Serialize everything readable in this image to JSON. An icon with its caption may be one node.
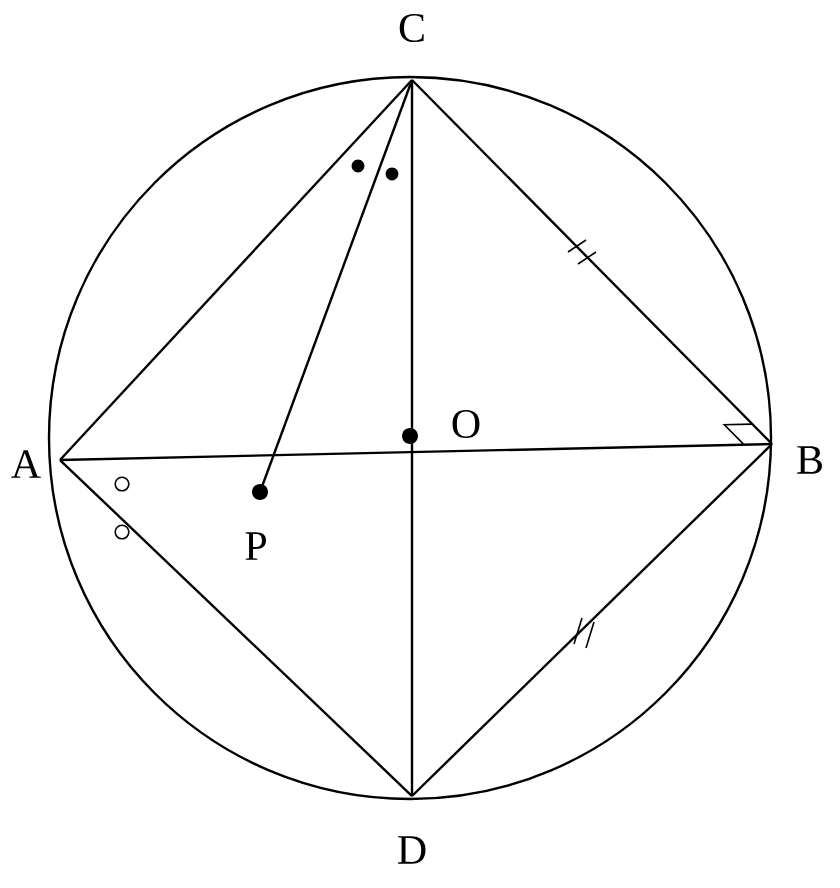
{
  "diagram": {
    "nodes": [
      {
        "text": [
          "C"
        ]
      },
      {
        "text": [
          "A"
        ]
      },
      {
        "text": [
          "B"
        ]
      },
      {
        "text": [
          "O"
        ]
      },
      {
        "text": [
          "P"
        ]
      },
      {
        "text": [
          "D"
        ]
      }
    ],
    "edges": [
      {
        "from": 0,
        "to": 1,
        "arrow": "none"
      },
      {
        "from": 0,
        "to": 2,
        "arrow": "none"
      },
      {
        "from": 0,
        "to": 4,
        "arrow": "none"
      },
      {
        "from": 0,
        "to": 5,
        "arrow": "none"
      },
      {
        "from": 1,
        "to": 2,
        "arrow": "none"
      },
      {
        "from": 1,
        "to": 5,
        "arrow": "none"
      },
      {
        "from": 2,
        "to": 5,
        "arrow": "none"
      }
    ]
  }
}
